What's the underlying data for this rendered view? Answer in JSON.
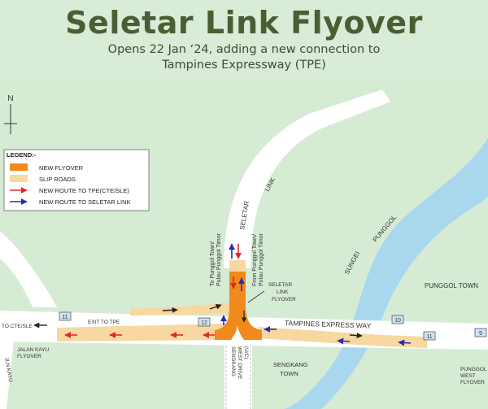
{
  "header": {
    "title": "Seletar Link Flyover",
    "subtitle_line1": "Opens 22 Jan ‘24, adding a new connection to",
    "subtitle_line2": "Tampines Expressway (TPE)"
  },
  "compass": {
    "label": "N",
    "icon": "north-arrow-icon"
  },
  "legend": {
    "title": "LEGEND:-",
    "items": [
      {
        "label": "NEW FLYOVER",
        "swatch": "#f08a1c",
        "kind": "swatch"
      },
      {
        "label": "SLIP ROADS",
        "swatch": "#f7d8a0",
        "kind": "swatch"
      },
      {
        "label": "NEW ROUTE TO TPE(CTE/SLE)",
        "color": "#e0282a",
        "kind": "arrow"
      },
      {
        "label": "NEW ROUTE TO SELETAR LINK",
        "color": "#2a2ab8",
        "kind": "arrow"
      }
    ]
  },
  "map_labels": {
    "seletar_link": "SELETAR",
    "seletar_link_2": "LINK",
    "to_punggol_1": "To Punggol Town/",
    "to_punggol_2": "Pulau Punggol Timor",
    "from_punggol_1": "From Punggol Town/",
    "from_punggol_2": "Pulau Punggol Timor",
    "flyover_1": "SELETAR",
    "flyover_2": "LINK",
    "flyover_3": "FLYOVER",
    "sungei": "SUNGEI",
    "punggol_river": "PUNGGOL",
    "punggol_town": "PUNGGOL TOWN",
    "tpe": "TAMPINES EXPRESS WAY",
    "exit_tpe": "EXIT TO TPE",
    "to_cte": "TO CTE/SLE",
    "jalan_kayu_1": "JALAN KAYU",
    "jalan_kayu_2": "FLYOVER",
    "jln_kayu": "JLN KAYU",
    "sengkang_west_1": "SENGKANG",
    "sengkang_west_2": "WEST DRIVE",
    "sengkang_west_3": "(U/C)",
    "sengkang_town_1": "SENGKANG",
    "sengkang_town_2": "TOWN",
    "punggol_west_1": "PUNGGOL",
    "punggol_west_2": "WEST",
    "punggol_west_3": "FLYOVER"
  },
  "exit_numbers": [
    "11",
    "12",
    "10",
    "11",
    "9"
  ],
  "colors": {
    "background": "#d9ecd8",
    "road": "#ffffff",
    "river": "#a9d8ee",
    "flyover": "#f08a1c",
    "slip_road": "#f7d8a0",
    "route_to_tpe": "#e0282a",
    "route_to_seletar": "#2a2ab8"
  }
}
